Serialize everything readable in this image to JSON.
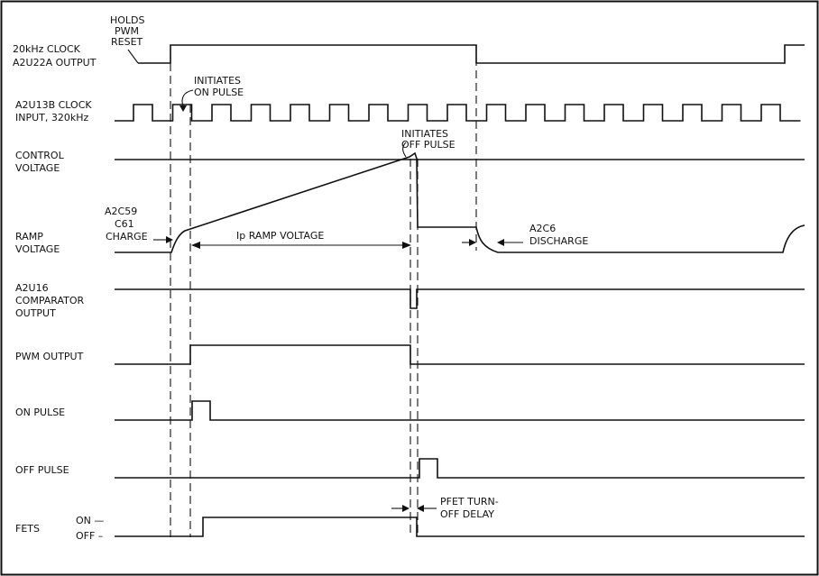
{
  "signals": {
    "clock20": [
      "20kHz CLOCK",
      "A2U22A OUTPUT"
    ],
    "clock320": [
      "A2U13B CLOCK",
      "INPUT, 320kHz"
    ],
    "control": [
      "CONTROL",
      "VOLTAGE"
    ],
    "ramp": [
      "RAMP",
      "VOLTAGE"
    ],
    "comparator": [
      "A2U16",
      "COMPARATOR",
      "OUTPUT"
    ],
    "pwm": "PWM OUTPUT",
    "on_pulse": "ON PULSE",
    "off_pulse": "OFF PULSE",
    "fets": "FETS",
    "fets_on": "ON —",
    "fets_off": "OFF –"
  },
  "annotations": {
    "holds_pwm_reset": [
      "HOLDS",
      "PWM",
      "RESET"
    ],
    "initiates_on": [
      "INITIATES",
      "ON PULSE"
    ],
    "initiates_off": [
      "INITIATES",
      "OFF PULSE"
    ],
    "charge": [
      "A2C59",
      "C61",
      "CHARGE"
    ],
    "ramp_voltage": "Ip RAMP VOLTAGE",
    "discharge": [
      "A2C6",
      "DISCHARGE"
    ],
    "pfet_delay": [
      "PFET TURN-",
      "OFF DELAY"
    ]
  }
}
